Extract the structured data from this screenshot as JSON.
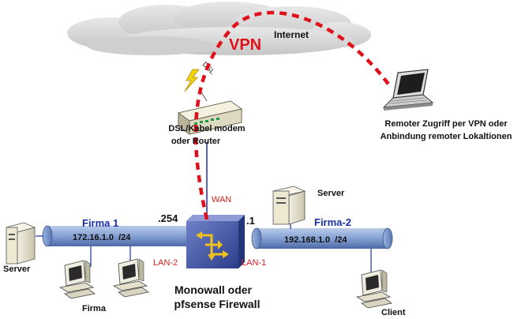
{
  "cloud": {
    "label": "Internet"
  },
  "vpn": {
    "label": "VPN",
    "color": "#e0101a"
  },
  "dsl": {
    "label": "DSL"
  },
  "modem": {
    "label_line1": "DSL/Kabel modem",
    "label_line2": "oder Router"
  },
  "remote": {
    "label_line1": "Remoter Zugriff per VPN oder",
    "label_line2": "Anbindung remoter Lokaltionen"
  },
  "firewall": {
    "label_line1": "Monowall oder",
    "label_line2": "pfsense Firewall",
    "wan_label": "WAN",
    "lan1_label": "LAN-1",
    "lan2_label": "LAN-2",
    "ip_left": ".254",
    "ip_right": ".1"
  },
  "network_left": {
    "name": "Firma 1",
    "subnet": "172.16.1.0  /24"
  },
  "network_right": {
    "name": "Firma-2",
    "subnet": "192.168.1.0  /24"
  },
  "hosts": {
    "server_left": "Server",
    "firma": "Firma",
    "server_right": "Server",
    "client": "Client"
  },
  "colors": {
    "network_name": "#1a2ea8",
    "port_label": "#d42020",
    "pipe": "#7b96c8",
    "firewall_box": "#3a4fa0"
  }
}
